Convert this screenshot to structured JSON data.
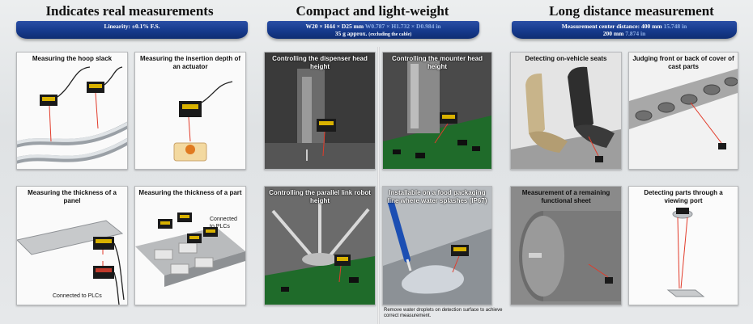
{
  "sections": [
    {
      "title": "Indicates real measurements",
      "spec_lines": [
        {
          "text": "Linearity: ±0.1% F.S.",
          "faded": ""
        }
      ]
    },
    {
      "title": "Compact and light-weight",
      "spec_lines": [
        {
          "text": "W20 × H44 × D25 mm",
          "faded": "W0.787 × H1.732 × D0.984 in"
        },
        {
          "text": "35 g approx.",
          "faded": "(excluding the cable)"
        }
      ]
    },
    {
      "title": "Long distance measurement",
      "spec_lines": [
        {
          "text": "Measurement center distance: 400 mm",
          "faded": "15.748 in"
        },
        {
          "text": "200 mm",
          "faded": "7.874 in"
        }
      ]
    }
  ],
  "panels": {
    "hoop_slack": "Measuring the hoop slack",
    "insertion_depth": "Measuring the insertion depth of an actuator",
    "dispenser_height": "Controlling the dispenser head height",
    "mounter_height": "Controlling the mounter head height",
    "vehicle_seats": "Detecting on-vehicle seats",
    "cast_parts": "Judging front or back of cover of cast parts",
    "panel_thickness": "Measuring the thickness of a panel",
    "part_thickness": "Measuring the thickness of a part",
    "parallel_robot": "Controlling the parallel link robot height",
    "food_packaging": "Installable on a food packaging line where water splashes (IP67)",
    "functional_sheet": "Measurement of a remaining functional sheet",
    "viewing_port": "Detecting parts through a viewing port"
  },
  "notes": {
    "connected_plcs_panel": "Connected to PLCs",
    "connected_plcs_part": "Connected to PLCs",
    "water_footnote": "Remove water droplets on detection surface to achieve correct measurement."
  },
  "colors": {
    "band": "#163a8c",
    "laser": "#e23b2a",
    "sensor_body": "#1a1a1a",
    "sensor_label": "#d8b100",
    "pcb": "#1f6b2a"
  }
}
